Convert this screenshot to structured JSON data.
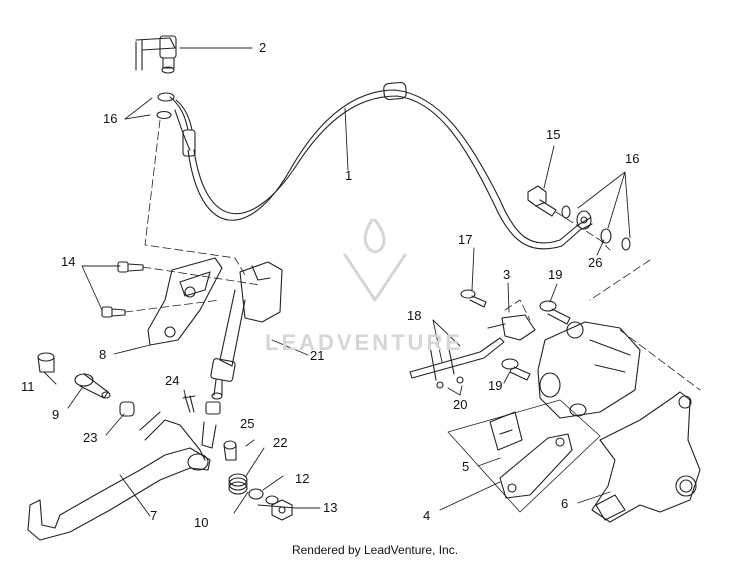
{
  "watermark": "LEADVENTURE",
  "footer": "Rendered by LeadVenture, Inc.",
  "callouts": {
    "c1": "1",
    "c2": "2",
    "c3": "3",
    "c4": "4",
    "c5": "5",
    "c6": "6",
    "c7": "7",
    "c8": "8",
    "c9": "9",
    "c10": "10",
    "c11": "11",
    "c12": "12",
    "c13": "13",
    "c14": "14",
    "c15": "15",
    "c16a": "16",
    "c16b": "16",
    "c17": "17",
    "c18": "18",
    "c19a": "19",
    "c19b": "19",
    "c20": "20",
    "c21": "21",
    "c22": "22",
    "c23": "23",
    "c24": "24",
    "c25": "25",
    "c26": "26"
  }
}
